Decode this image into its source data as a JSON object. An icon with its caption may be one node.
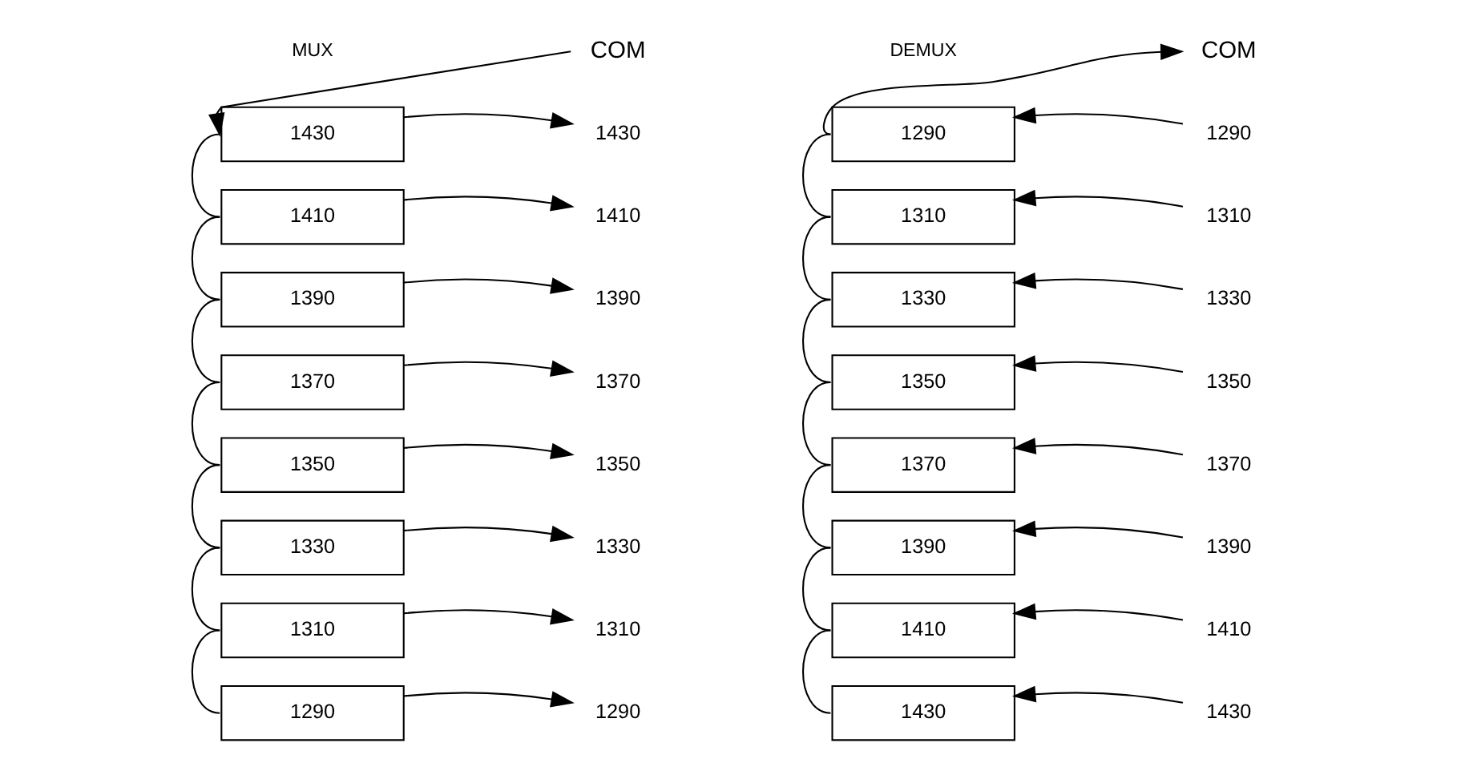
{
  "diagram": {
    "nodes": [
      {
        "text": [
          "COM"
        ]
      },
      {
        "text": [
          "1430"
        ]
      },
      {
        "text": [
          "1410"
        ]
      },
      {
        "text": [
          "1390"
        ]
      },
      {
        "text": [
          "1370"
        ]
      },
      {
        "text": [
          "1350"
        ]
      },
      {
        "text": [
          "1330"
        ]
      },
      {
        "text": [
          "1310"
        ]
      },
      {
        "text": [
          "1290"
        ]
      },
      {
        "text": [
          "1430"
        ]
      },
      {
        "text": [
          "1410"
        ]
      },
      {
        "text": [
          "1390"
        ]
      },
      {
        "text": [
          "1370"
        ]
      },
      {
        "text": [
          "1350"
        ]
      },
      {
        "text": [
          "1330"
        ]
      },
      {
        "text": [
          "1310"
        ]
      },
      {
        "text": [
          "1290"
        ]
      },
      {
        "text": [
          "COM"
        ]
      },
      {
        "text": [
          "1290"
        ]
      },
      {
        "text": [
          "1310"
        ]
      },
      {
        "text": [
          "1330"
        ]
      },
      {
        "text": [
          "1350"
        ]
      },
      {
        "text": [
          "1370"
        ]
      },
      {
        "text": [
          "1390"
        ]
      },
      {
        "text": [
          "1410"
        ]
      },
      {
        "text": [
          "1430"
        ]
      },
      {
        "text": [
          "1290"
        ]
      },
      {
        "text": [
          "1310"
        ]
      },
      {
        "text": [
          "1330"
        ]
      },
      {
        "text": [
          "1350"
        ]
      },
      {
        "text": [
          "1370"
        ]
      },
      {
        "text": [
          "1390"
        ]
      },
      {
        "text": [
          "1410"
        ]
      },
      {
        "text": [
          "1430"
        ]
      }
    ],
    "edges": [
      {
        "from": 0,
        "to": 1,
        "arrow": "to"
      },
      {
        "from": 1,
        "to": 2,
        "arrow": "none"
      },
      {
        "from": 2,
        "to": 3,
        "arrow": "none"
      },
      {
        "from": 3,
        "to": 4,
        "arrow": "none"
      },
      {
        "from": 4,
        "to": 5,
        "arrow": "none"
      },
      {
        "from": 5,
        "to": 6,
        "arrow": "none"
      },
      {
        "from": 6,
        "to": 7,
        "arrow": "none"
      },
      {
        "from": 7,
        "to": 8,
        "arrow": "none"
      },
      {
        "from": 1,
        "to": 9,
        "arrow": "to"
      },
      {
        "from": 2,
        "to": 10,
        "arrow": "to"
      },
      {
        "from": 3,
        "to": 11,
        "arrow": "to"
      },
      {
        "from": 4,
        "to": 12,
        "arrow": "to"
      },
      {
        "from": 5,
        "to": 13,
        "arrow": "to"
      },
      {
        "from": 6,
        "to": 14,
        "arrow": "to"
      },
      {
        "from": 7,
        "to": 15,
        "arrow": "to"
      },
      {
        "from": 8,
        "to": 16,
        "arrow": "to"
      },
      {
        "from": 18,
        "to": 17,
        "arrow": "to"
      },
      {
        "from": 18,
        "to": 19,
        "arrow": "none"
      },
      {
        "from": 19,
        "to": 20,
        "arrow": "none"
      },
      {
        "from": 20,
        "to": 21,
        "arrow": "none"
      },
      {
        "from": 21,
        "to": 22,
        "arrow": "none"
      },
      {
        "from": 22,
        "to": 23,
        "arrow": "none"
      },
      {
        "from": 23,
        "to": 24,
        "arrow": "none"
      },
      {
        "from": 24,
        "to": 25,
        "arrow": "none"
      },
      {
        "from": 26,
        "to": 18,
        "arrow": "to"
      },
      {
        "from": 27,
        "to": 19,
        "arrow": "to"
      },
      {
        "from": 28,
        "to": 20,
        "arrow": "to"
      },
      {
        "from": 29,
        "to": 21,
        "arrow": "to"
      },
      {
        "from": 30,
        "to": 22,
        "arrow": "to"
      },
      {
        "from": 31,
        "to": 23,
        "arrow": "to"
      },
      {
        "from": 32,
        "to": 24,
        "arrow": "to"
      },
      {
        "from": 33,
        "to": 25,
        "arrow": "to"
      }
    ],
    "labels": [
      "MUX",
      "DEMUX"
    ]
  }
}
